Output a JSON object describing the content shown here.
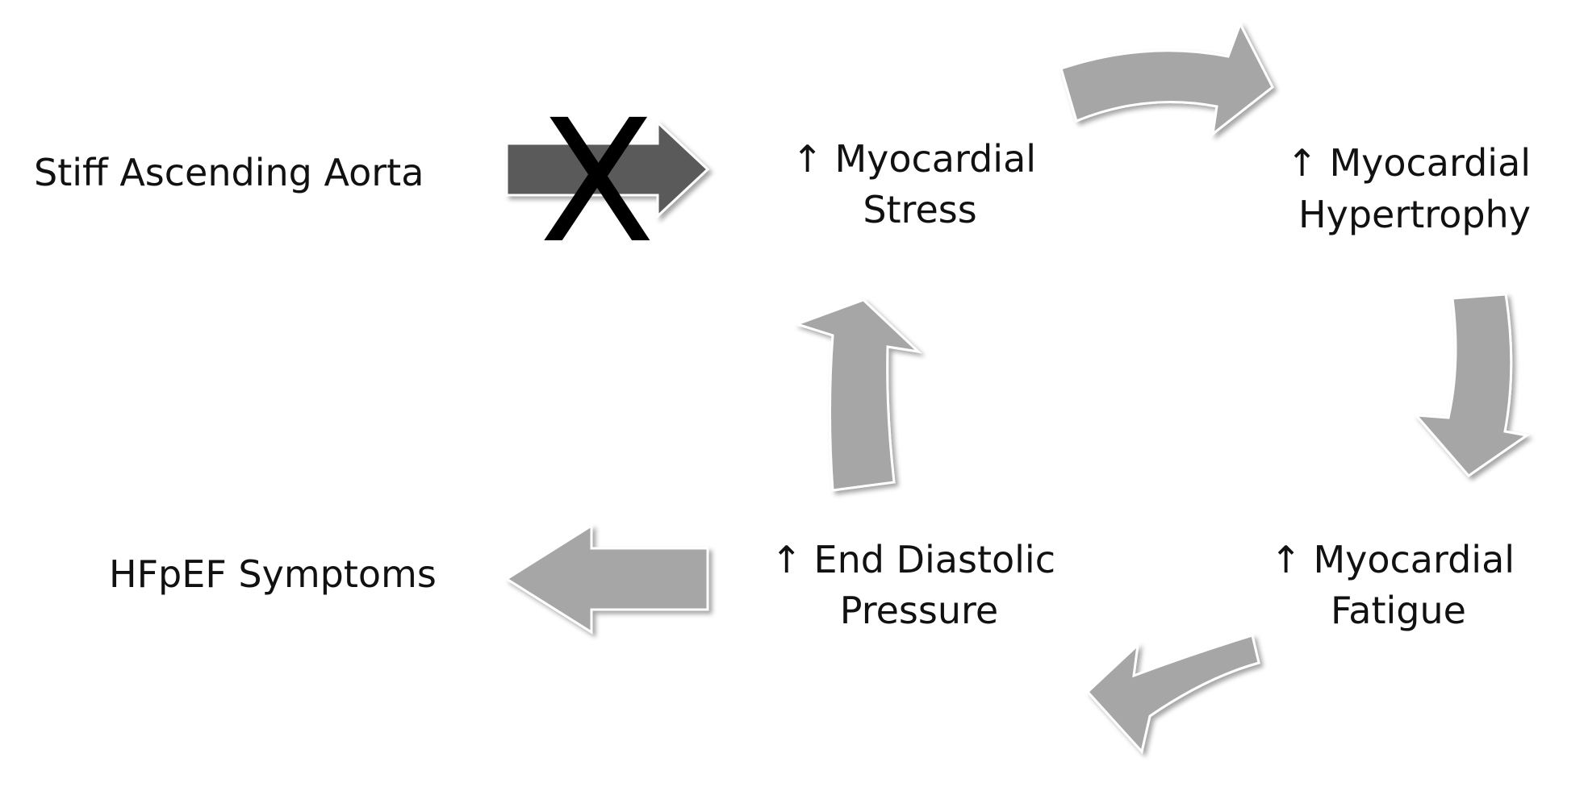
{
  "diagram": {
    "nodes": {
      "stiff_aorta": {
        "lines": [
          "Stiff Ascending Aorta"
        ]
      },
      "myocardial_stress": {
        "lines": [
          "↑ Myocardial",
          "Stress"
        ]
      },
      "myocardial_hypertrophy": {
        "lines": [
          "↑ Myocardial",
          "Hypertrophy"
        ]
      },
      "myocardial_fatigue": {
        "lines": [
          "↑ Myocardial",
          "Fatigue"
        ]
      },
      "end_diastolic_pressure": {
        "lines": [
          "↑ End Diastolic",
          "Pressure"
        ]
      },
      "hfpef_symptoms": {
        "lines": [
          "HFpEF Symptoms"
        ]
      }
    },
    "blocked_marker": "X",
    "colors": {
      "cycle_arrow": "#a6a6a6",
      "blocked_arrow": "#5a5a5a",
      "text": "#111111",
      "marker": "#000000"
    }
  }
}
